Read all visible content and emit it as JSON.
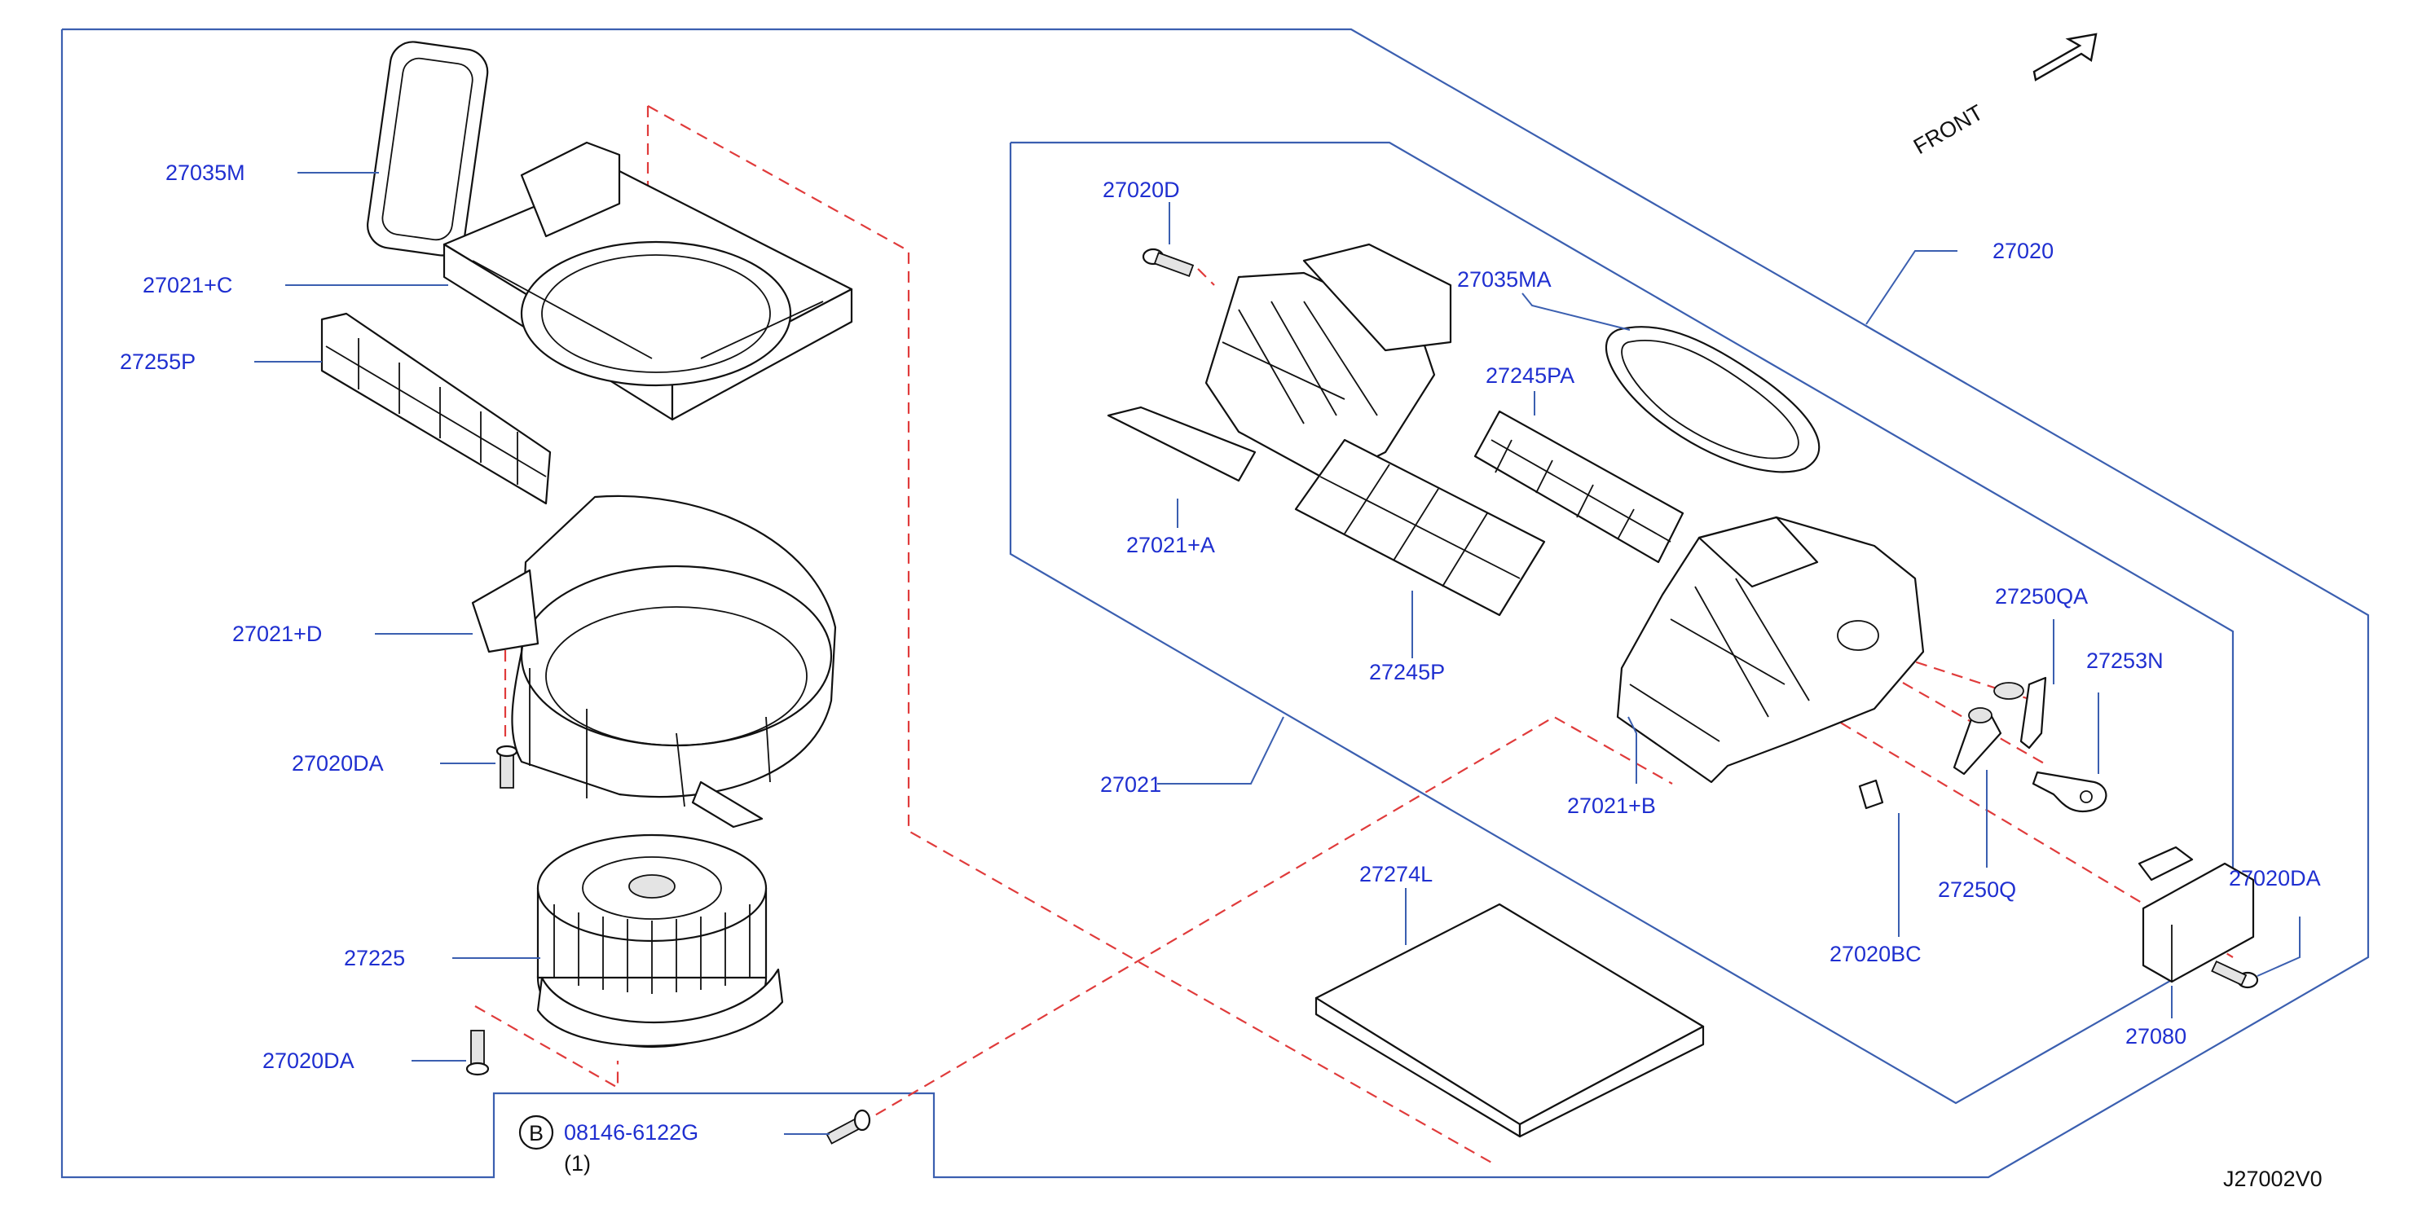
{
  "diagram": {
    "front_label": "FRONT",
    "diagram_code": "J27002V0",
    "colors": {
      "label": "#1f2fd0",
      "frame": "#3b5fb0",
      "dash": "#e03b3b",
      "ink": "#111111"
    },
    "parts": {
      "p27035M": "27035M",
      "p27021C": "27021+C",
      "p27255P": "27255P",
      "p27021D": "27021+D",
      "p27020DA_1": "27020DA",
      "p27225": "27225",
      "p27020DA_2": "27020DA",
      "p27020D": "27020D",
      "p27035MA": "27035MA",
      "p27020": "27020",
      "p27245PA": "27245PA",
      "p27021A": "27021+A",
      "p27245P": "27245P",
      "p27250QA": "27250QA",
      "p27253N": "27253N",
      "p27021": "27021",
      "p27021B": "27021+B",
      "p27020DA_3": "27020DA",
      "p27274L": "27274L",
      "p27250Q": "27250Q",
      "p27020BC": "27020BC",
      "p27080": "27080"
    },
    "bolt_note": {
      "circle_letter": "B",
      "part": "08146-6122G",
      "qty": "(1)"
    }
  }
}
